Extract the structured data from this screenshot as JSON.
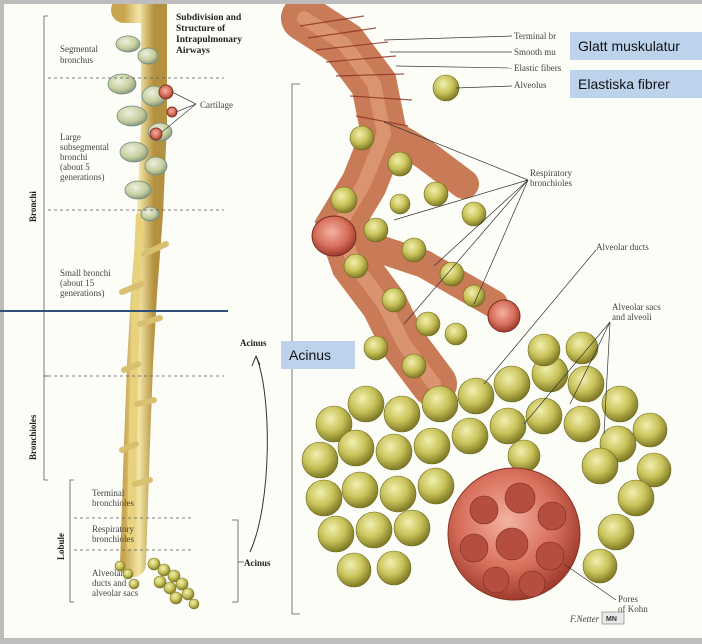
{
  "title_lines": [
    "Subdivision and",
    "Structure of",
    "Intrapulmonary",
    "Airways"
  ],
  "left": {
    "segmental": [
      "Segmental",
      "bronchus"
    ],
    "cartilage": "Cartilage",
    "large": [
      "Large",
      "subsegmental",
      "bronchi",
      "(about 5",
      "generations)"
    ],
    "small": [
      "Small bronchi",
      "(about 15",
      "generations)"
    ],
    "terminal": [
      "Terminal",
      "bronchioles"
    ],
    "respiratory": [
      "Respiratory",
      "bronchioles"
    ],
    "alveolar": [
      "Alveolar",
      "ducts and",
      "alveolar sacs"
    ],
    "bronchi": "Bronchi",
    "bronchioles": "Bronchioles",
    "lobule": "Lobule",
    "acinus": "Acinus"
  },
  "right": {
    "terminal_br": "Terminal br",
    "smooth_mu": "Smooth mu",
    "elastic_fibers": "Elastic fibers",
    "alveolus": "Alveolus",
    "respiratory": [
      "Respiratory",
      "bronchioles"
    ],
    "alveolar_ducts": "Alveolar ducts",
    "alveolar_sacs": [
      "Alveolar sacs",
      "and alveoli"
    ],
    "pores": [
      "Pores",
      "of Kohn"
    ],
    "acinus": "Acinus"
  },
  "callouts": {
    "glatt": "Glatt muskulatur",
    "elastiska": "Elastiska fibrer",
    "acinus": "Acinus"
  },
  "signature": "F.Netter",
  "badge": "MN"
}
